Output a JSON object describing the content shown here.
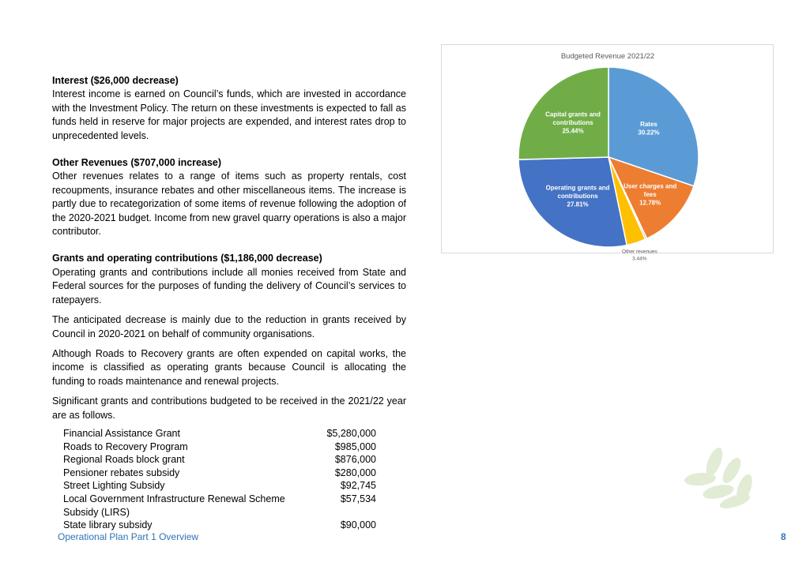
{
  "sections": {
    "interest": {
      "heading": "Interest ($26,000 decrease)",
      "body": "Interest income is earned on Council’s funds, which are invested in accordance with the Investment Policy. The return on these investments is expected to fall as funds held in reserve for major projects are expended, and interest rates drop to unprecedented levels."
    },
    "other_revenues": {
      "heading": "Other Revenues ($707,000 increase)",
      "body": "Other revenues relates to a range of items such as property rentals, cost recoupments, insurance rebates and other miscellaneous items.  The increase is partly due to recategorization of some items of revenue following the adoption of the 2020-2021 budget.  Income from new gravel quarry operations is also a major contributor."
    },
    "grants": {
      "heading": "Grants and operating contributions ($1,186,000 decrease)",
      "p1": "Operating grants and contributions include all monies received from State and Federal sources for the purposes of funding the delivery of Council’s services to ratepayers.",
      "p2": "The anticipated decrease is mainly due to the reduction in grants received by Council in 2020-2021 on behalf of community organisations.",
      "p3": "Although Roads to Recovery grants are often expended on capital works, the income is classified as operating grants because Council is allocating the funding to roads maintenance and renewal projects.",
      "p4": "Significant grants and contributions budgeted to be received in the 2021/22 year are as follows."
    }
  },
  "grants_table": [
    {
      "name": "Financial Assistance Grant",
      "amount": "$5,280,000"
    },
    {
      "name": "Roads to Recovery Program",
      "amount": "$985,000"
    },
    {
      "name": "Regional Roads block grant",
      "amount": "$876,000"
    },
    {
      "name": "Pensioner rebates subsidy",
      "amount": "$280,000"
    },
    {
      "name": "Street Lighting Subsidy",
      "amount": "$92,745"
    },
    {
      "name": "Local Government Infrastructure Renewal Scheme Subsidy (LIRS)",
      "amount": "$57,534"
    },
    {
      "name": "State library subsidy",
      "amount": "$90,000"
    }
  ],
  "chart_data": {
    "type": "pie",
    "title": "Budgeted Revenue 2021/22",
    "unit": "%",
    "slices": [
      {
        "label": "Rates",
        "value": 30.22,
        "value_text": "30.22%",
        "color": "#5b9bd5"
      },
      {
        "label": "User charges and fees",
        "value": 12.78,
        "value_text": "12.78%",
        "color": "#ed7d31"
      },
      {
        "label": "",
        "value": 0.3,
        "value_text": "",
        "color": "#a5a5a5"
      },
      {
        "label": "Other revenues",
        "value": 3.44,
        "value_text": "3.44%",
        "color": "#ffc000"
      },
      {
        "label": "Operating grants and contributions",
        "value": 27.81,
        "value_text": "27.81%",
        "color": "#4472c4"
      },
      {
        "label": "Capital grants and contributions",
        "value": 25.44,
        "value_text": "25.44%",
        "color": "#70ad47"
      }
    ]
  },
  "footer": {
    "title": "Operational Plan Part 1 Overview",
    "page_number": "8"
  },
  "colors": {
    "footer_text": "#2e74b5",
    "leaf_logo": "#e2ecd4"
  }
}
